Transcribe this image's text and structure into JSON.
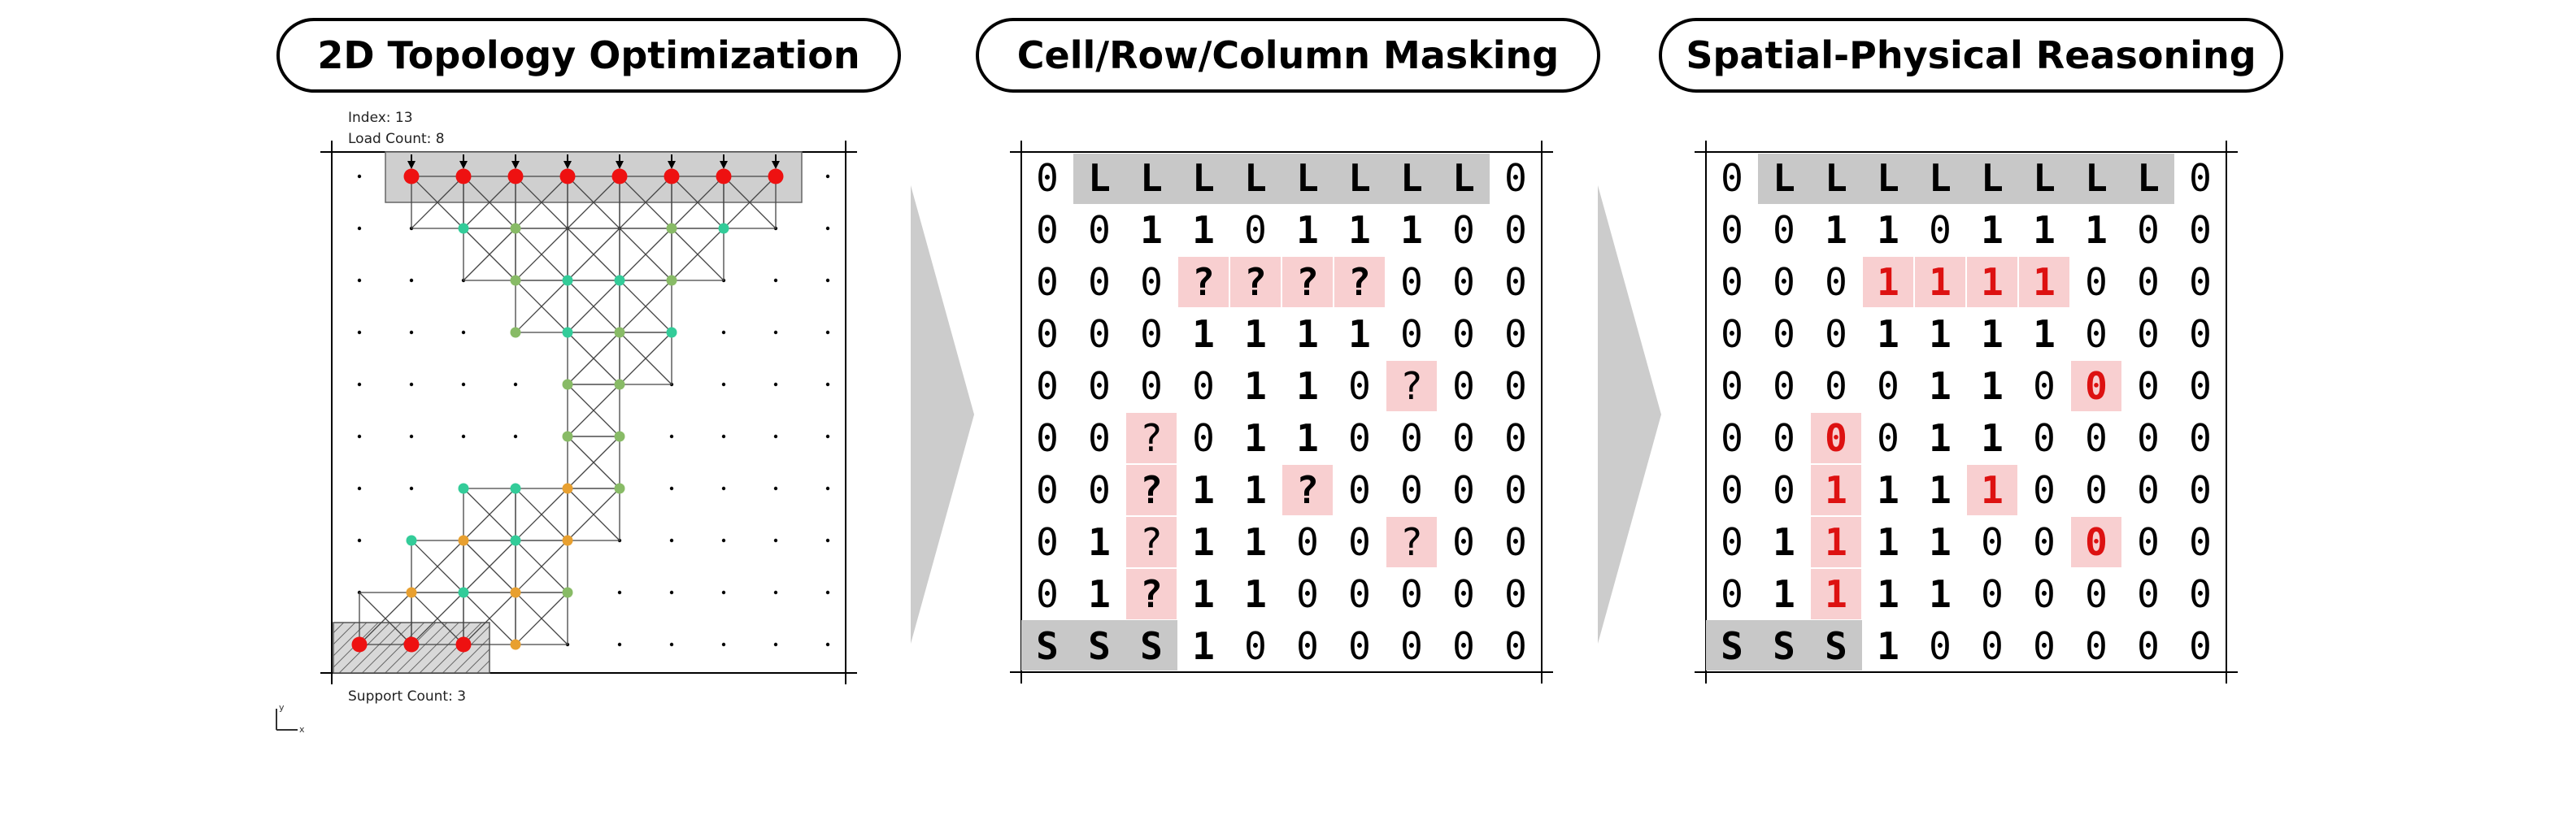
{
  "titles": {
    "panel1": "2D Topology Optimization",
    "panel2": "Cell/Row/Column Masking",
    "panel3": "Spatial-Physical Reasoning"
  },
  "panel1": {
    "index_label": "Index: 13",
    "load_count_label": "Load Count: 8",
    "support_count_label": "Support Count: 3",
    "axis_y": "y",
    "axis_x": "x"
  },
  "grids": {
    "masked": [
      [
        "0",
        "L",
        "L",
        "L",
        "L",
        "L",
        "L",
        "L",
        "L",
        "0"
      ],
      [
        "0",
        "0",
        "1",
        "1",
        "0",
        "1",
        "1",
        "1",
        "0",
        "0"
      ],
      [
        "0",
        "0",
        "0",
        "?",
        "?",
        "?",
        "?",
        "0",
        "0",
        "0"
      ],
      [
        "0",
        "0",
        "0",
        "1",
        "1",
        "1",
        "1",
        "0",
        "0",
        "0"
      ],
      [
        "0",
        "0",
        "0",
        "0",
        "1",
        "1",
        "0",
        "?",
        "0",
        "0"
      ],
      [
        "0",
        "0",
        "?",
        "0",
        "1",
        "1",
        "0",
        "0",
        "0",
        "0"
      ],
      [
        "0",
        "0",
        "?",
        "1",
        "1",
        "?",
        "0",
        "0",
        "0",
        "0"
      ],
      [
        "0",
        "1",
        "?",
        "1",
        "1",
        "0",
        "0",
        "?",
        "0",
        "0"
      ],
      [
        "0",
        "1",
        "?",
        "1",
        "1",
        "0",
        "0",
        "0",
        "0",
        "0"
      ],
      [
        "S",
        "S",
        "S",
        "1",
        "0",
        "0",
        "0",
        "0",
        "0",
        "0"
      ]
    ],
    "solved": [
      [
        "0",
        "L",
        "L",
        "L",
        "L",
        "L",
        "L",
        "L",
        "L",
        "0"
      ],
      [
        "0",
        "0",
        "1",
        "1",
        "0",
        "1",
        "1",
        "1",
        "0",
        "0"
      ],
      [
        "0",
        "0",
        "0",
        "1",
        "1",
        "1",
        "1",
        "0",
        "0",
        "0"
      ],
      [
        "0",
        "0",
        "0",
        "1",
        "1",
        "1",
        "1",
        "0",
        "0",
        "0"
      ],
      [
        "0",
        "0",
        "0",
        "0",
        "1",
        "1",
        "0",
        "0",
        "0",
        "0"
      ],
      [
        "0",
        "0",
        "0",
        "0",
        "1",
        "1",
        "0",
        "0",
        "0",
        "0"
      ],
      [
        "0",
        "0",
        "1",
        "1",
        "1",
        "1",
        "0",
        "0",
        "0",
        "0"
      ],
      [
        "0",
        "1",
        "1",
        "1",
        "1",
        "0",
        "0",
        "0",
        "0",
        "0"
      ],
      [
        "0",
        "1",
        "1",
        "1",
        "1",
        "0",
        "0",
        "0",
        "0",
        "0"
      ],
      [
        "S",
        "S",
        "S",
        "1",
        "0",
        "0",
        "0",
        "0",
        "0",
        "0"
      ]
    ],
    "mask_cells": [
      [
        2,
        3
      ],
      [
        2,
        4
      ],
      [
        2,
        5
      ],
      [
        2,
        6
      ],
      [
        4,
        7
      ],
      [
        5,
        2
      ],
      [
        6,
        2
      ],
      [
        7,
        2
      ],
      [
        8,
        2
      ],
      [
        6,
        5
      ],
      [
        7,
        7
      ]
    ]
  },
  "colors": {
    "load_node": "#ee1111",
    "support_node": "#ee1111",
    "teal_node": "#33cc99",
    "green_node": "#88bb66",
    "orange_node": "#e8a030",
    "mask_highlight": "#f8cfd0",
    "band": "#c8c8c8",
    "answer_red": "#dd1111"
  }
}
